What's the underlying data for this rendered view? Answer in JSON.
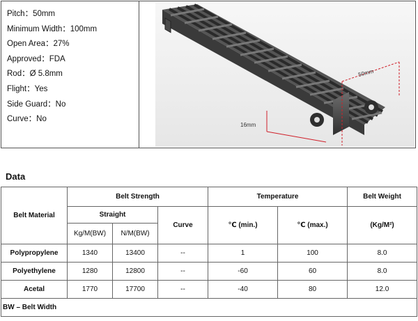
{
  "specs": [
    "Pitch：50mm",
    "Minimum Width：100mm",
    "Open Area：27%",
    "Approved：FDA",
    "Rod：Ø 5.8mm",
    "Flight：Yes",
    "Side Guard：No",
    "Curve：No"
  ],
  "image": {
    "dim_pitch": "50mm",
    "dim_height": "16mm"
  },
  "section_title": "Data",
  "table": {
    "headers": {
      "belt_material": "Belt Material",
      "belt_strength": "Belt Strength",
      "straight": "Straight",
      "curve": "Curve",
      "temperature": "Temperature",
      "belt_weight": "Belt Weight",
      "kg_m": "Kg/M(BW)",
      "n_m": "N/M(BW)",
      "temp_min": "℃ (min.)",
      "temp_max": "℃ (max.)",
      "weight_unit": "(Kg/M²)"
    },
    "rows": [
      {
        "material": "Polypropylene",
        "kg": "1340",
        "n": "13400",
        "curve": "--",
        "tmin": "1",
        "tmax": "100",
        "weight": "8.0"
      },
      {
        "material": "Polyethylene",
        "kg": "1280",
        "n": "12800",
        "curve": "--",
        "tmin": "-60",
        "tmax": "60",
        "weight": "8.0"
      },
      {
        "material": "Acetal",
        "kg": "1770",
        "n": "17700",
        "curve": "--",
        "tmin": "-40",
        "tmax": "80",
        "weight": "12.0"
      }
    ],
    "footnote": "BW – Belt Width"
  },
  "colors": {
    "belt_dark": "#3b3b3b",
    "belt_mid": "#5a5a5a",
    "belt_light": "#8a8a8a",
    "dimension_red": "#d0202a"
  }
}
